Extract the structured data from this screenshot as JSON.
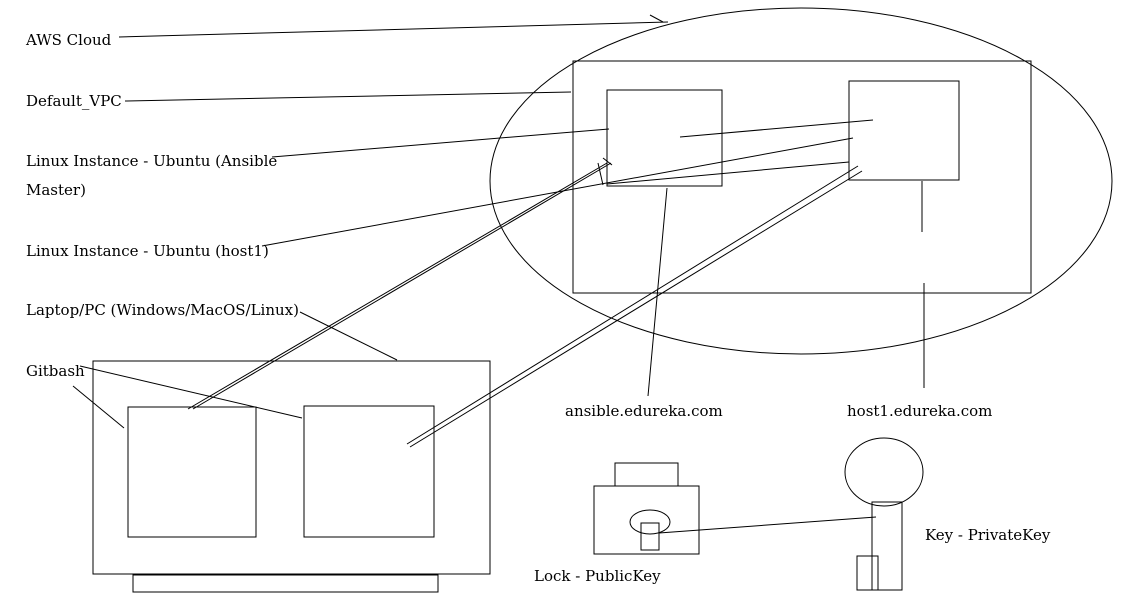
{
  "labels": {
    "aws_cloud": "AWS Cloud",
    "default_vpc": "Default_VPC",
    "ansible_master_line1": "Linux Instance - Ubuntu (Ansible",
    "ansible_master_line2": "Master)",
    "host1_instance": "Linux Instance - Ubuntu (host1)",
    "laptop": "Laptop/PC (Windows/MacOS/Linux)",
    "gitbash": "Gitbash",
    "ansible_hostname": "ansible.edureka.com",
    "host1_hostname": "host1.edureka.com",
    "lock": "Lock - PublicKey",
    "key": "Key - PrivateKey"
  },
  "colors": {
    "stroke": "#000000",
    "background": "#ffffff"
  }
}
